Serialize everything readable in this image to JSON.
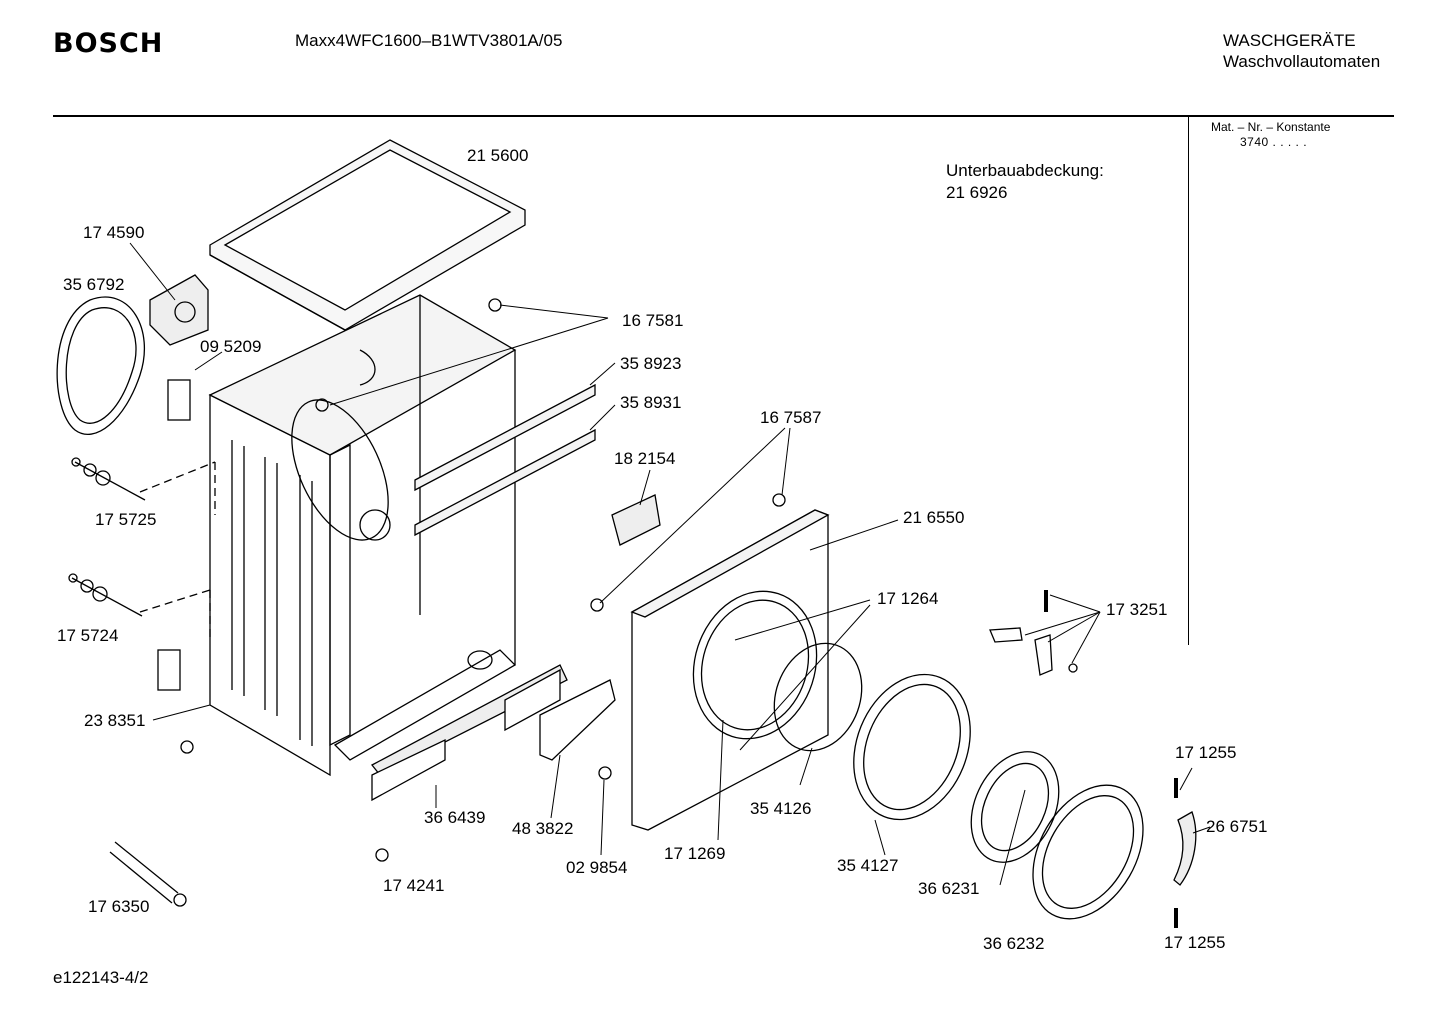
{
  "header": {
    "brand": "BOSCH",
    "model": "Maxx4WFC1600–B1WTV3801A/05",
    "category": "WASCHGERÄTE",
    "subcategory": "Waschvollautomaten"
  },
  "sidebar": {
    "mat_label": "Mat. – Nr. – Konstante",
    "mat_value": "3740  .  .  .  .  ."
  },
  "note": {
    "label": "Unterbauabdeckung:",
    "value": "21 6926"
  },
  "parts": [
    "21 5600",
    "17 4590",
    "35 6792",
    "16 7581",
    "09 5209",
    "35 8923",
    "35 8931",
    "16 7587",
    "18 2154",
    "17 5725",
    "21 6550",
    "17 1264",
    "17 3251",
    "17 5724",
    "23 8351",
    "17 1255",
    "26 6751",
    "36 6439",
    "48 3822",
    "35 4126",
    "02 9854",
    "17 1269",
    "35 4127",
    "36 6231",
    "17 4241",
    "17 6350",
    "36 6232",
    "17 1255"
  ],
  "footer": {
    "code": "e122143-4/2"
  }
}
